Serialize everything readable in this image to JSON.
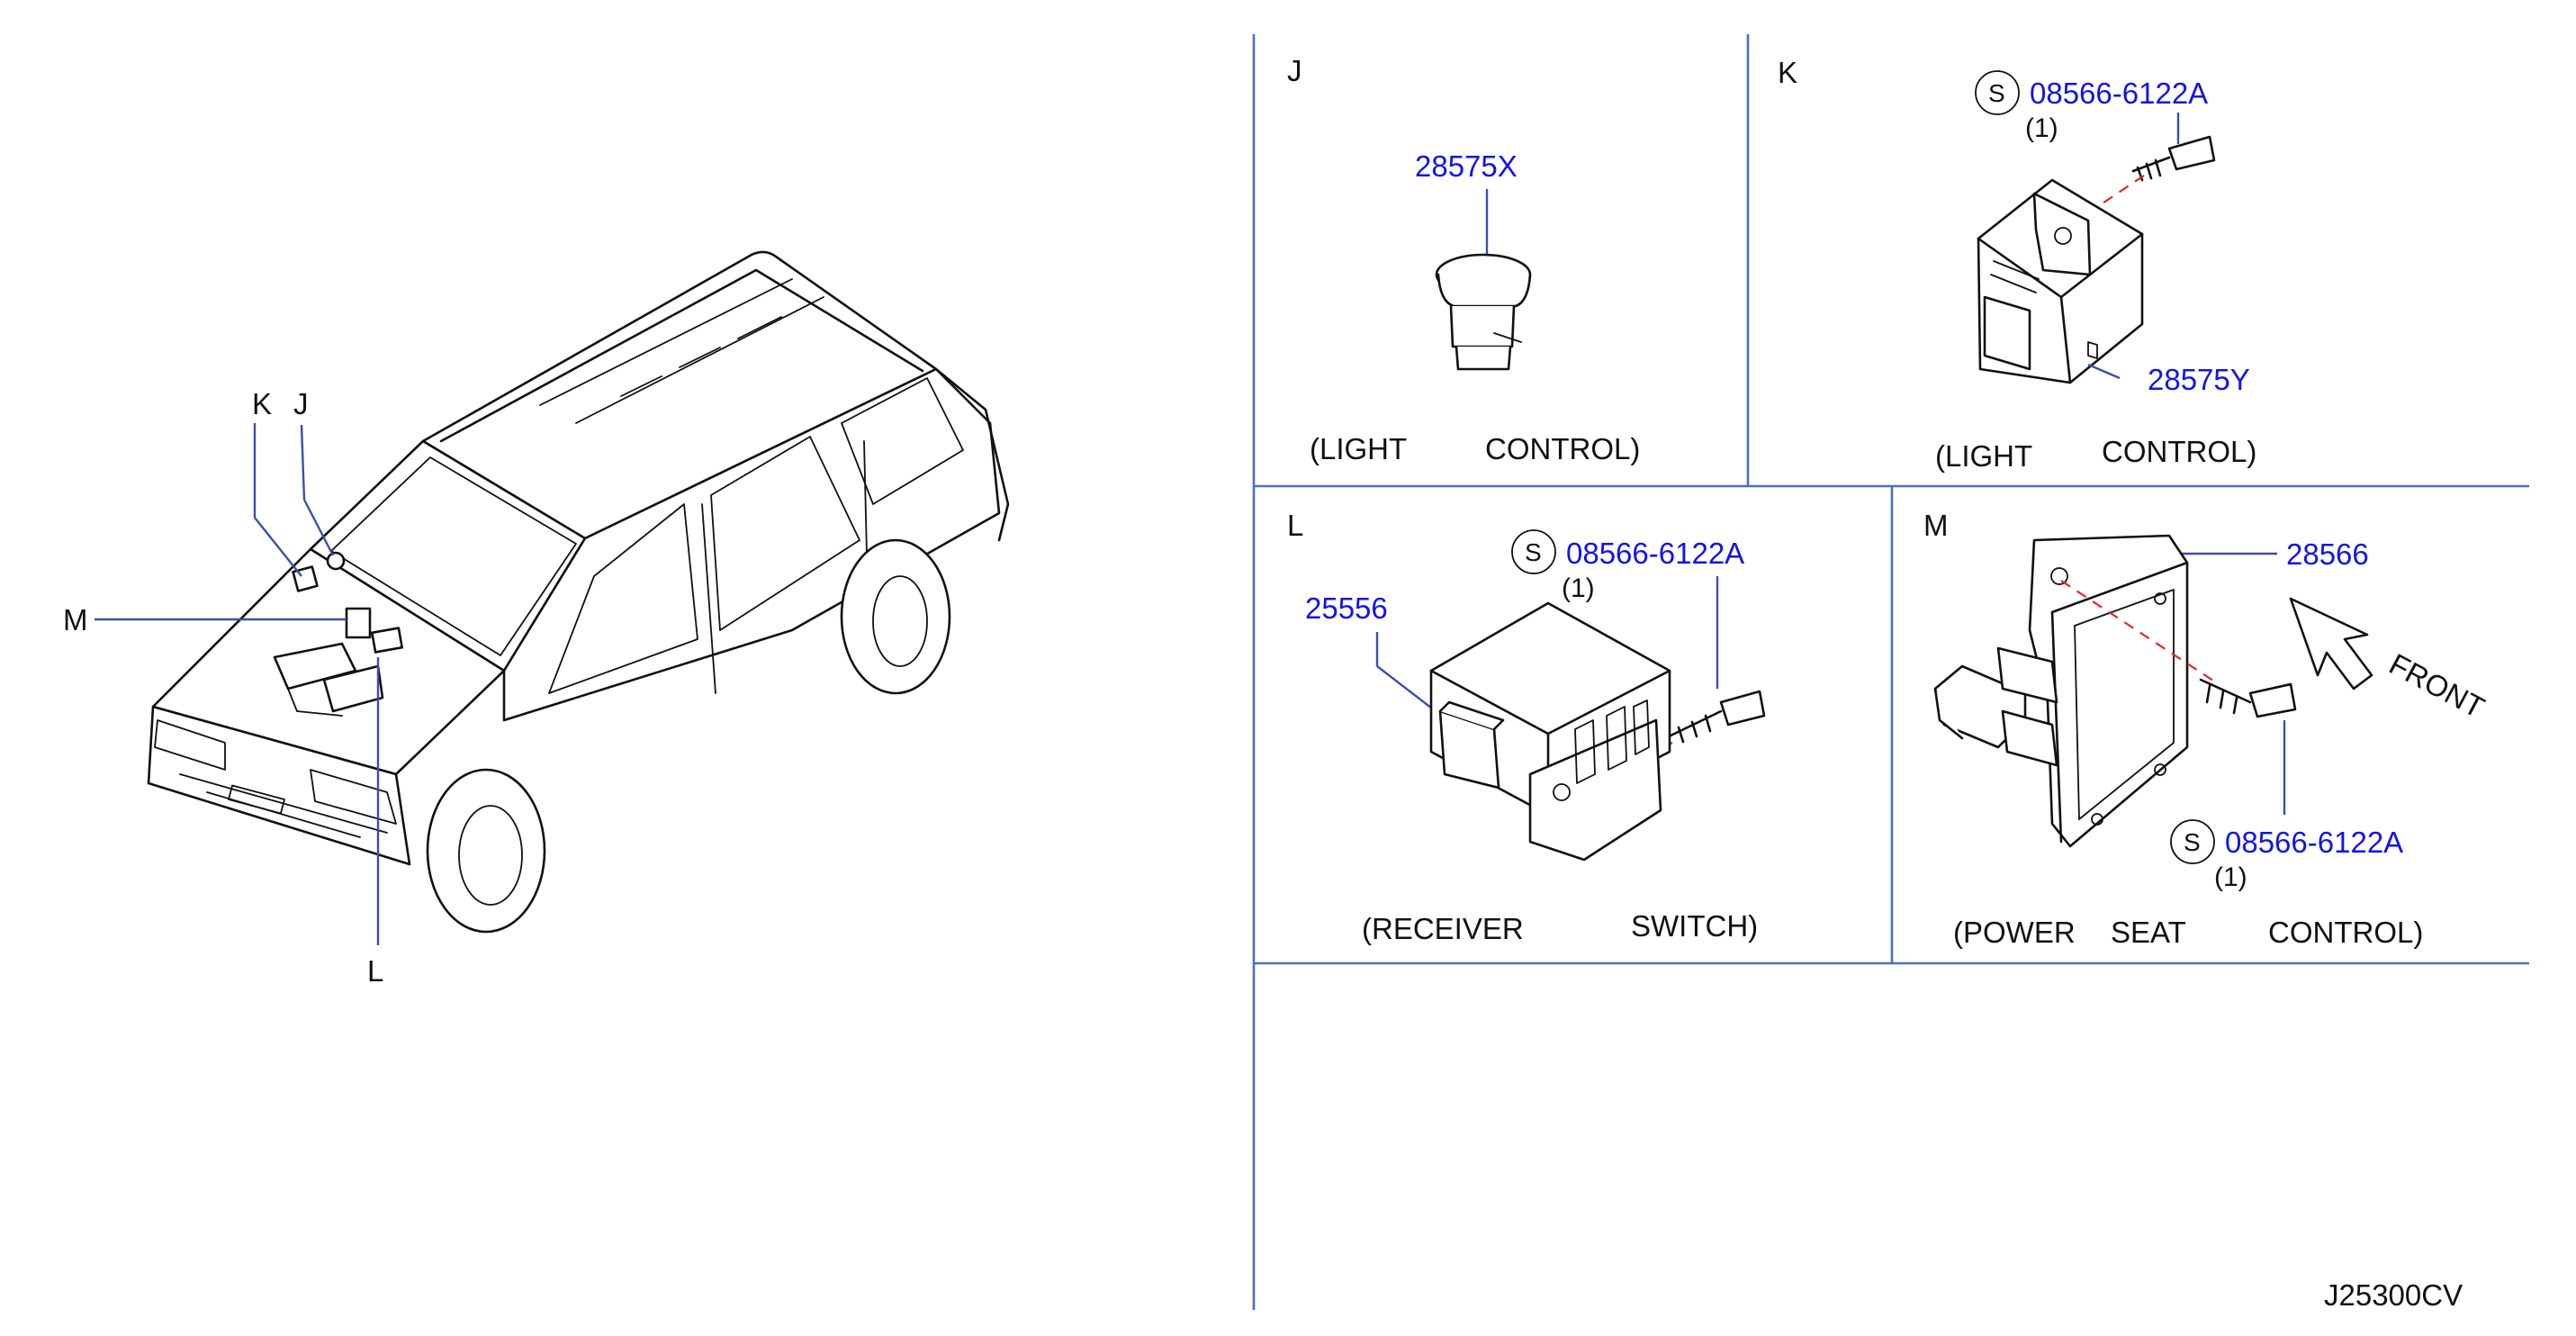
{
  "overview": {
    "callouts": {
      "k": "K",
      "j": "J",
      "m": "M",
      "l": "L"
    }
  },
  "panels": {
    "j": {
      "letter": "J",
      "part_no": "28575X",
      "caption_1": "(LIGHT",
      "caption_2": "CONTROL)"
    },
    "k": {
      "letter": "K",
      "screw_symbol": "S",
      "screw_no": "08566-6122A",
      "screw_qty": "(1)",
      "part_no": "28575Y",
      "caption_1": "(LIGHT",
      "caption_2": "CONTROL)"
    },
    "l": {
      "letter": "L",
      "screw_symbol": "S",
      "screw_no": "08566-6122A",
      "screw_qty": "(1)",
      "part_no": "25556",
      "caption_1": "(RECEIVER",
      "caption_2": "SWITCH)"
    },
    "m": {
      "letter": "M",
      "part_no": "28566",
      "screw_symbol": "S",
      "screw_no": "08566-6122A",
      "screw_qty": "(1)",
      "front_label": "FRONT",
      "caption_1": "(POWER",
      "caption_2": "SEAT",
      "caption_3": "CONTROL)"
    }
  },
  "diagram_id": "J25300CV",
  "colors": {
    "part_number": "#1414e6",
    "leader_line": "#3c4fa8",
    "alignment_dash": "#e8242a",
    "panel_border": "#4a6fc0"
  }
}
